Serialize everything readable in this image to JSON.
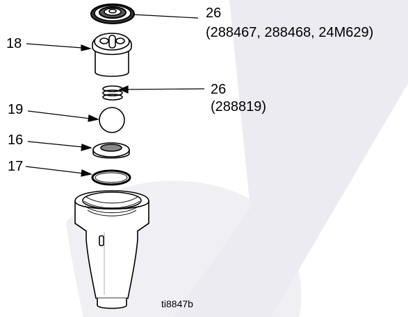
{
  "callouts": {
    "c26_top": {
      "number": "26",
      "note": "(288467, 288468, 24M629)"
    },
    "c18": {
      "number": "18"
    },
    "c26_mid": {
      "number": "26",
      "note": "(288819)"
    },
    "c19": {
      "number": "19"
    },
    "c16": {
      "number": "16"
    },
    "c17": {
      "number": "17"
    }
  },
  "figure_id": "ti8847b",
  "colors": {
    "line": "#000000",
    "part_fill": "#ffffff",
    "background_shape": "#ebebf1"
  }
}
